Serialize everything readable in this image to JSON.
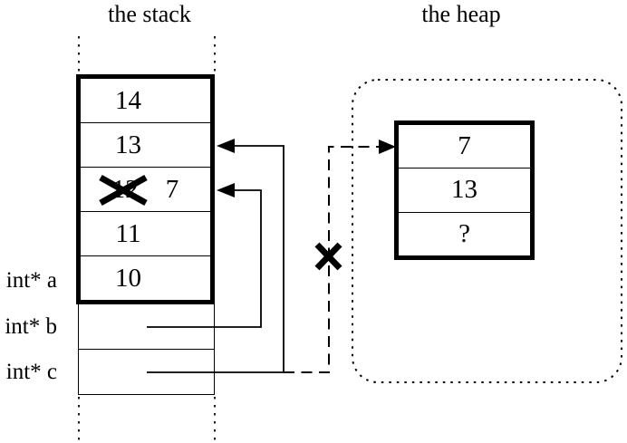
{
  "colors": {
    "ink": "#000000",
    "background": "#ffffff"
  },
  "stack": {
    "title": "the stack",
    "rows": [
      {
        "value": "14"
      },
      {
        "value": "13"
      },
      {
        "value": "12",
        "crossed_out": true,
        "new_value": "7"
      },
      {
        "value": "11"
      },
      {
        "value": "10"
      }
    ],
    "pointer_labels": [
      {
        "label": "int* a"
      },
      {
        "label": "int* b"
      },
      {
        "label": "int* c"
      }
    ]
  },
  "heap": {
    "title": "the heap",
    "rows": [
      {
        "value": "7"
      },
      {
        "value": "13"
      },
      {
        "value": "?"
      }
    ]
  },
  "pointers": [
    {
      "from": "int* b",
      "to": "stack cell containing 7 (overwritten 12)",
      "style": "solid",
      "crossed_out": false
    },
    {
      "from": "int* c",
      "to": "stack cell containing 13",
      "style": "solid",
      "crossed_out": false
    },
    {
      "from": "int* c",
      "to": "heap block",
      "style": "dashed",
      "crossed_out": true
    }
  ]
}
